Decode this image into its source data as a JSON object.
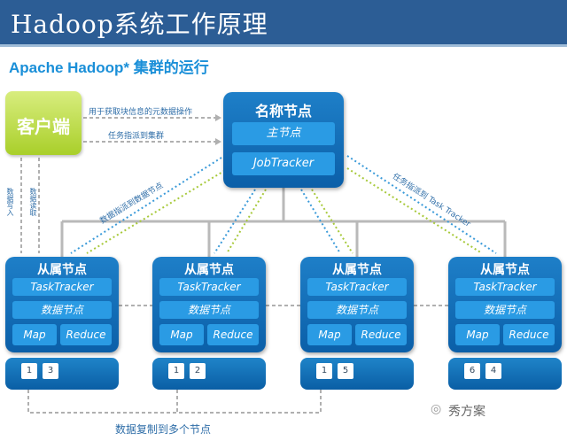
{
  "title": "Hadoop系统工作原理",
  "subtitle": "Apache Hadoop* 集群的运行",
  "client_label": "客户端",
  "name_node": {
    "heading": "名称节点",
    "master": "主节点",
    "job_tracker": "JobTracker"
  },
  "arrows": {
    "metadata": "用于获取块信息的元数据操作",
    "assign_cluster": "任务指派到集群",
    "data_to_nodes": "数据指派到数据节点",
    "assign_tasktracker": "任务指派到 Task Tracker",
    "data_write": "数据写入",
    "data_read": "数据读取",
    "replicate": "数据复制到多个节点"
  },
  "slaves": [
    {
      "heading": "从属节点",
      "task_tracker": "TaskTracker",
      "data_node": "数据节点",
      "map": "Map",
      "reduce": "Reduce",
      "blocks": [
        "1",
        "3"
      ]
    },
    {
      "heading": "从属节点",
      "task_tracker": "TaskTracker",
      "data_node": "数据节点",
      "map": "Map",
      "reduce": "Reduce",
      "blocks": [
        "1",
        "2"
      ]
    },
    {
      "heading": "从属节点",
      "task_tracker": "TaskTracker",
      "data_node": "数据节点",
      "map": "Map",
      "reduce": "Reduce",
      "blocks": [
        "1",
        "5"
      ]
    },
    {
      "heading": "从属节点",
      "task_tracker": "TaskTracker",
      "data_node": "数据节点",
      "map": "Map",
      "reduce": "Reduce",
      "blocks": [
        "6",
        "4"
      ]
    }
  ],
  "watermark": "秀方案"
}
